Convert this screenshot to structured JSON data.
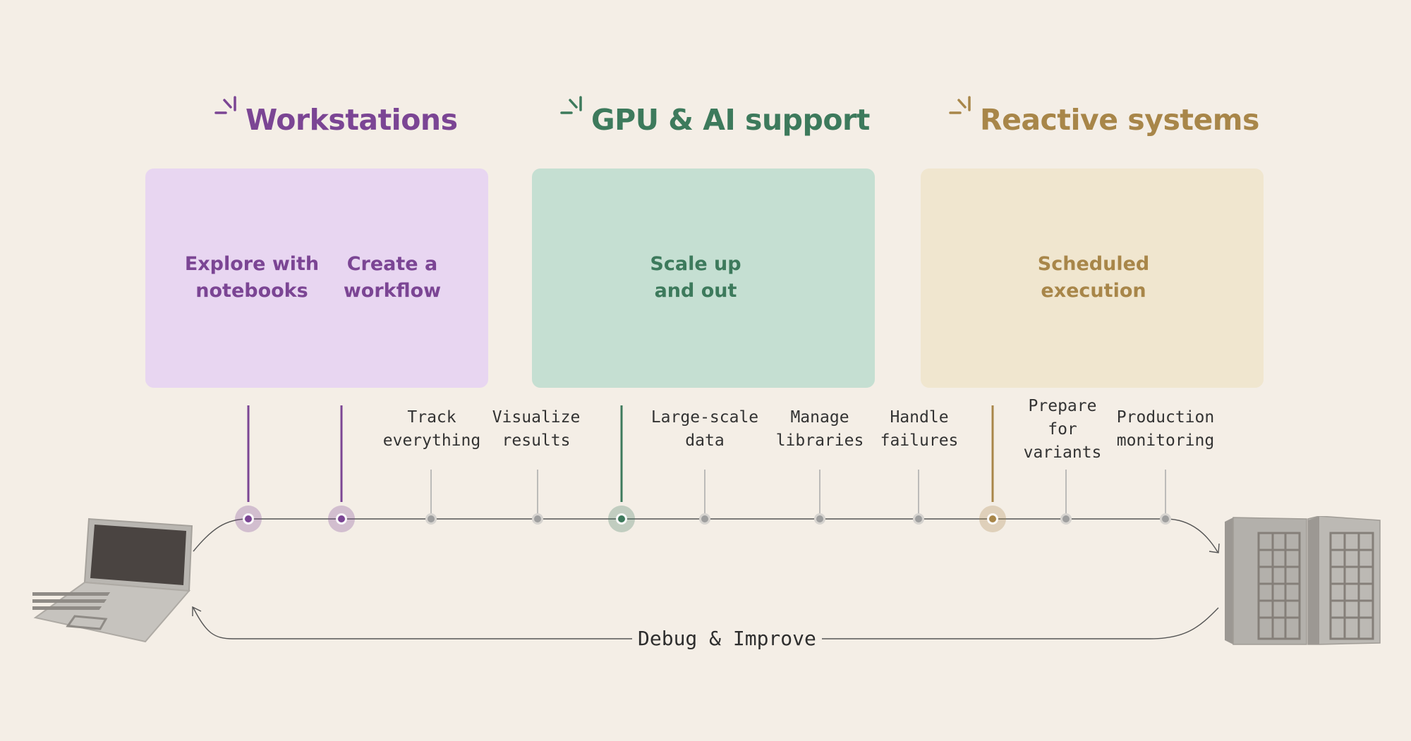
{
  "sections": [
    {
      "title": "Workstations",
      "color": "#7b4594",
      "panel_color": "#e8d6f1",
      "phases": [
        "Explore with\nnotebooks",
        "Create a\nworkflow"
      ]
    },
    {
      "title": "GPU & AI support",
      "color": "#3d7a5c",
      "panel_color": "#c5dfd2",
      "phases": [
        "Scale up\nand out"
      ]
    },
    {
      "title": "Reactive systems",
      "color": "#a88649",
      "panel_color": "#f0e6cf",
      "phases": [
        "Scheduled\nexecution"
      ]
    }
  ],
  "steps": [
    "Track\neverything",
    "Visualize\nresults",
    "Large-scale\ndata",
    "Manage\nlibraries",
    "Handle\nfailures",
    "Prepare\nfor\nvariants",
    "Production\nmonitoring"
  ],
  "loop_label": "Debug & Improve",
  "icons": {
    "left": "laptop-icon",
    "right": "server-rack-icon",
    "title_marks": "sparkle-icon"
  },
  "colors": {
    "background": "#f4eee6",
    "line": "#555555",
    "inactive_node": "#9e9e9e"
  }
}
